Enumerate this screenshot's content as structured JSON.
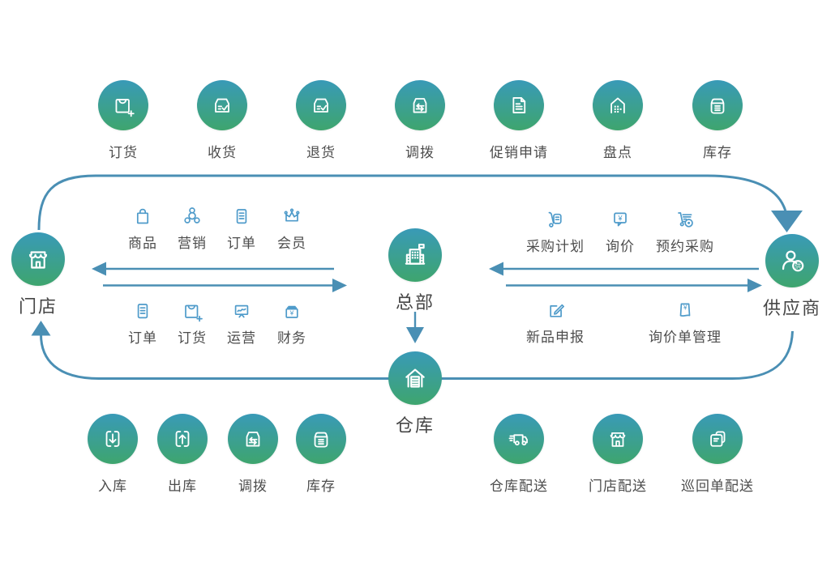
{
  "colors": {
    "circle_gradient_top": "#399ab7",
    "circle_gradient_bottom": "#3ea56e",
    "flow_line": "#4a8fb4",
    "small_icon": "#4f9bca",
    "label_text": "#4d4d4d",
    "node_label_text": "#464646"
  },
  "top_row": [
    {
      "label": "订货",
      "icon": "bag-plus-icon"
    },
    {
      "label": "收货",
      "icon": "box-check-icon"
    },
    {
      "label": "退货",
      "icon": "box-check-icon"
    },
    {
      "label": "调拨",
      "icon": "box-swap-icon"
    },
    {
      "label": "促销申请",
      "icon": "document-icon"
    },
    {
      "label": "盘点",
      "icon": "stocktake-house-icon"
    },
    {
      "label": "库存",
      "icon": "storage-box-icon"
    }
  ],
  "nodes": {
    "store": {
      "label": "门店",
      "icon": "storefront-icon"
    },
    "headquarters": {
      "label": "总部",
      "icon": "hq-building-flag-icon"
    },
    "supplier": {
      "label": "供应商",
      "icon": "person-badge-icon",
      "badge": "供"
    },
    "warehouse": {
      "label": "仓库",
      "icon": "warehouse-icon"
    }
  },
  "store_hq_channel": {
    "to_store_items": [
      {
        "label": "商品",
        "icon": "shopping-bag-icon"
      },
      {
        "label": "营销",
        "icon": "group-circles-icon"
      },
      {
        "label": "订单",
        "icon": "clipboard-icon"
      },
      {
        "label": "会员",
        "icon": "crown-icon"
      }
    ],
    "to_hq_items": [
      {
        "label": "订单",
        "icon": "clipboard-icon"
      },
      {
        "label": "订货",
        "icon": "bag-plus-icon"
      },
      {
        "label": "运营",
        "icon": "presentation-chart-icon"
      },
      {
        "label": "财务",
        "icon": "cashbox-yen-icon"
      }
    ]
  },
  "hq_supplier_channel": {
    "to_hq_items": [
      {
        "label": "采购计划",
        "icon": "trolley-doc-icon"
      },
      {
        "label": "询价",
        "icon": "bubble-yen-icon"
      },
      {
        "label": "预约采购",
        "icon": "cart-clock-icon"
      }
    ],
    "to_supplier_items": [
      {
        "label": "新品申报",
        "icon": "pencil-box-icon"
      },
      {
        "label": "询价单管理",
        "icon": "page-yen-icon"
      }
    ]
  },
  "warehouse_row": [
    {
      "label": "入库",
      "icon": "inbound-arrow-icon"
    },
    {
      "label": "出库",
      "icon": "outbound-arrow-icon"
    },
    {
      "label": "调拨",
      "icon": "box-swap-icon"
    },
    {
      "label": "库存",
      "icon": "storage-box-icon"
    }
  ],
  "delivery_row": [
    {
      "label": "仓库配送",
      "icon": "delivery-truck-icon"
    },
    {
      "label": "门店配送",
      "icon": "storefront-icon"
    },
    {
      "label": "巡回单配送",
      "icon": "stacked-docs-icon"
    }
  ]
}
